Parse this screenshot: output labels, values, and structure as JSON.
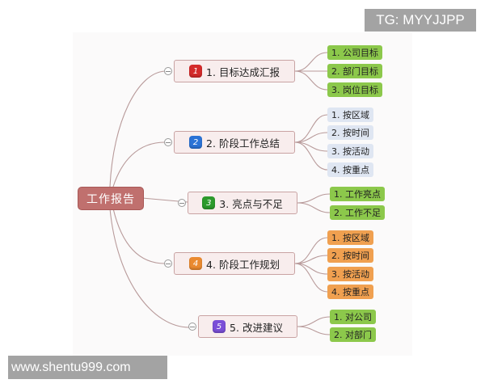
{
  "watermarks": {
    "top": "TG: MYYJJPP",
    "bottom": "www.shentu999.com"
  },
  "mindmap": {
    "root": {
      "label": "工作报告",
      "color": "#c0706e"
    },
    "branches": [
      {
        "badge": "1",
        "badge_color": "#d42a2a",
        "label": "1. 目标达成汇报",
        "leaf_color": "#8cc84b",
        "leaves": [
          "1. 公司目标",
          "2. 部门目标",
          "3. 岗位目标"
        ]
      },
      {
        "badge": "2",
        "badge_color": "#2b73d6",
        "label": "2. 阶段工作总结",
        "leaf_color": "#dfe6f2",
        "leaves": [
          "1. 按区域",
          "2. 按时间",
          "3. 按活动",
          "4. 按重点"
        ]
      },
      {
        "badge": "3",
        "badge_color": "#2c9a2c",
        "label": "3. 亮点与不足",
        "leaf_color": "#8cc84b",
        "leaves": [
          "1. 工作亮点",
          "2. 工作不足"
        ]
      },
      {
        "badge": "4",
        "badge_color": "#ea8a30",
        "label": "4. 阶段工作规划",
        "leaf_color": "#f0a050",
        "leaves": [
          "1. 按区域",
          "2. 按时间",
          "3. 按活动",
          "4. 按重点"
        ]
      },
      {
        "badge": "5",
        "badge_color": "#7b4fd8",
        "label": "5. 改进建议",
        "leaf_color": "#8cc84b",
        "leaves": [
          "1. 对公司",
          "2. 对部门"
        ]
      }
    ]
  }
}
